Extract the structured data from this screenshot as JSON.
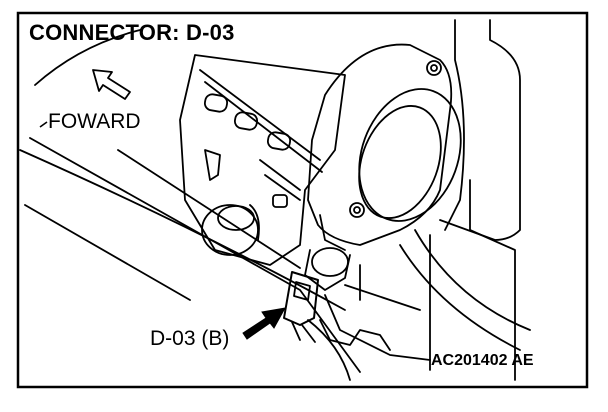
{
  "title": "CONNECTOR: D-03",
  "forward_label": "FOWARD",
  "connector_label": "D-03 (B)",
  "figure_code": "AC201402 AE",
  "colors": {
    "line": "#000000",
    "background": "#ffffff"
  },
  "icons": {
    "direction": "forward-arrow-icon",
    "pointer": "pointer-arrow-icon"
  }
}
